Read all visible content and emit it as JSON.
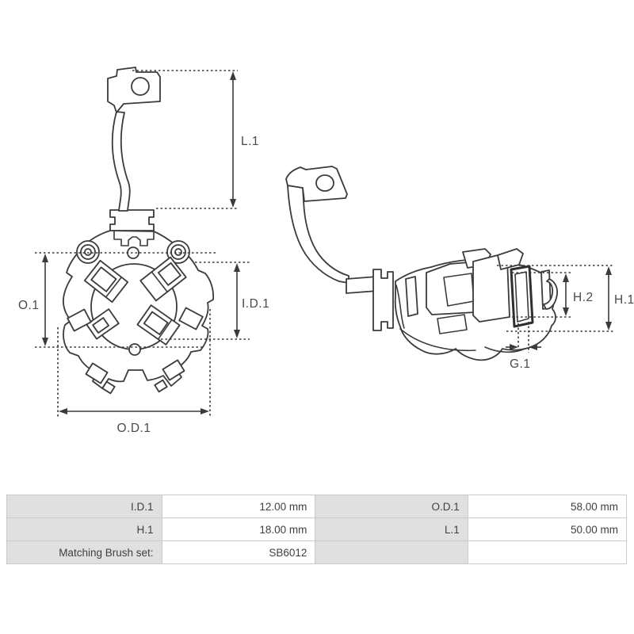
{
  "diagram": {
    "line_color": "#3b3b3b",
    "label_color": "#4a4a4a",
    "views": {
      "front_view": "brush-holder front view",
      "side_view": "brush-holder side view"
    },
    "dimension_labels": {
      "l1": "L.1",
      "o1": "O.1",
      "id1": "I.D.1",
      "od1": "O.D.1",
      "h1": "H.1",
      "h2": "H.2",
      "g1": "G.1"
    }
  },
  "spec_table": {
    "label_bg": "#e0e0e0",
    "value_bg": "#ffffff",
    "border_color": "#cacaca",
    "rows": [
      {
        "cells": [
          "I.D.1",
          "12.00 mm",
          "O.D.1",
          "58.00 mm"
        ]
      },
      {
        "cells": [
          "H.1",
          "18.00 mm",
          "L.1",
          "50.00 mm"
        ]
      },
      {
        "cells": [
          "Matching Brush set:",
          "SB6012",
          "",
          ""
        ]
      }
    ]
  }
}
